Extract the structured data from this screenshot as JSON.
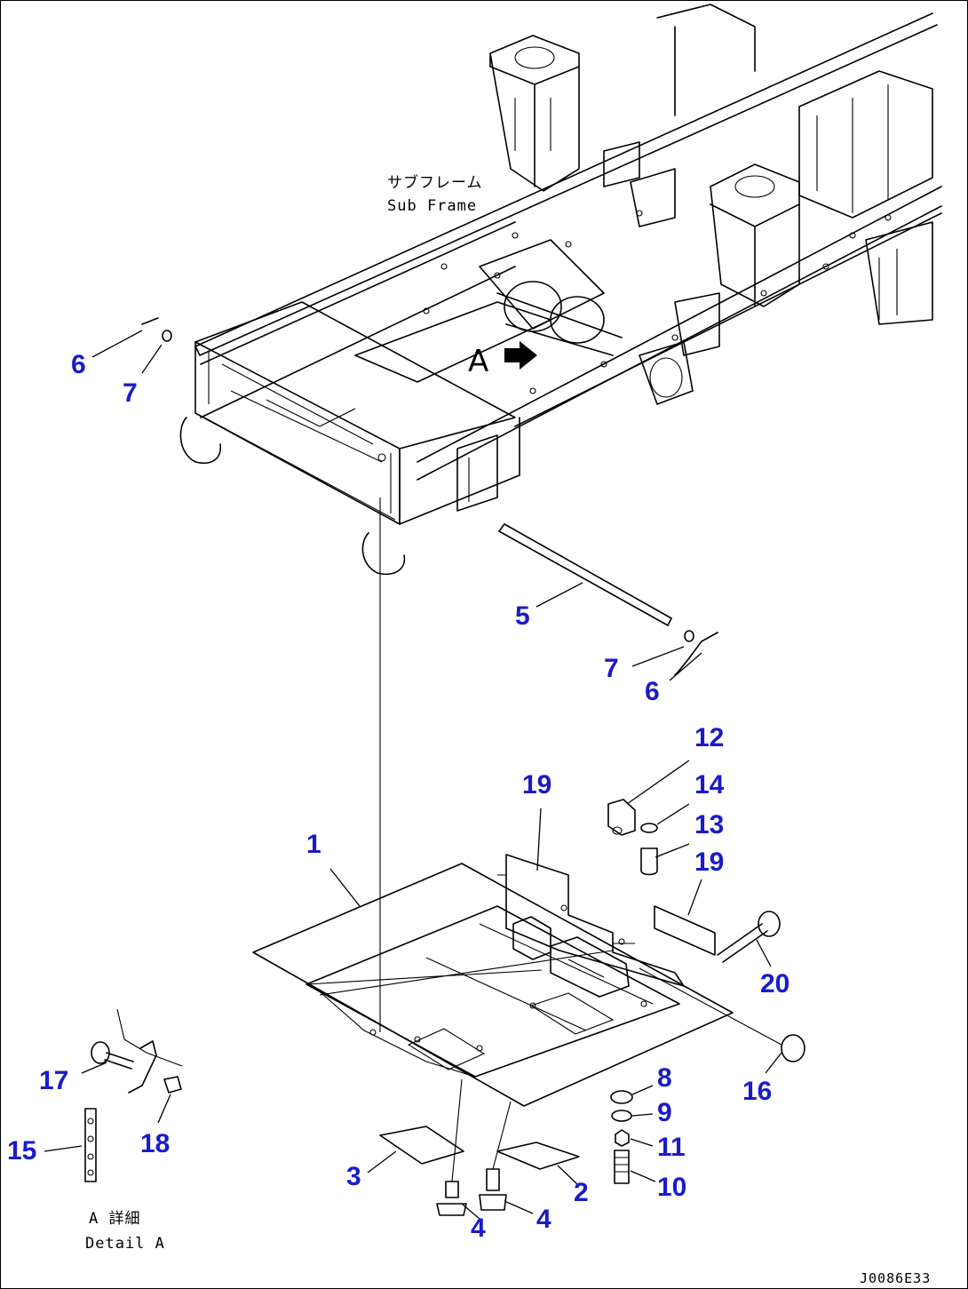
{
  "labels": {
    "subframe_jp": "サブフレーム",
    "subframe_en": "Sub Frame",
    "view_arrow": "A",
    "detail_jp": "A 詳細",
    "detail_en": "Detail A",
    "drawing_code": "J0086E33"
  },
  "callouts": [
    {
      "id": "c-6-top",
      "text": "6"
    },
    {
      "id": "c-7-top",
      "text": "7"
    },
    {
      "id": "c-5",
      "text": "5"
    },
    {
      "id": "c-7-mid",
      "text": "7"
    },
    {
      "id": "c-6-mid",
      "text": "6"
    },
    {
      "id": "c-12",
      "text": "12"
    },
    {
      "id": "c-19-a",
      "text": "19"
    },
    {
      "id": "c-14",
      "text": "14"
    },
    {
      "id": "c-13",
      "text": "13"
    },
    {
      "id": "c-19-b",
      "text": "19"
    },
    {
      "id": "c-1",
      "text": "1"
    },
    {
      "id": "c-20",
      "text": "20"
    },
    {
      "id": "c-16",
      "text": "16"
    },
    {
      "id": "c-8",
      "text": "8"
    },
    {
      "id": "c-9",
      "text": "9"
    },
    {
      "id": "c-11",
      "text": "11"
    },
    {
      "id": "c-10",
      "text": "10"
    },
    {
      "id": "c-2",
      "text": "2"
    },
    {
      "id": "c-3",
      "text": "3"
    },
    {
      "id": "c-4-a",
      "text": "4"
    },
    {
      "id": "c-4-b",
      "text": "4"
    },
    {
      "id": "c-17",
      "text": "17"
    },
    {
      "id": "c-15",
      "text": "15"
    },
    {
      "id": "c-18",
      "text": "18"
    }
  ],
  "colors": {
    "callout": "#1a1acc",
    "line": "#000000",
    "background": "#ffffff"
  }
}
